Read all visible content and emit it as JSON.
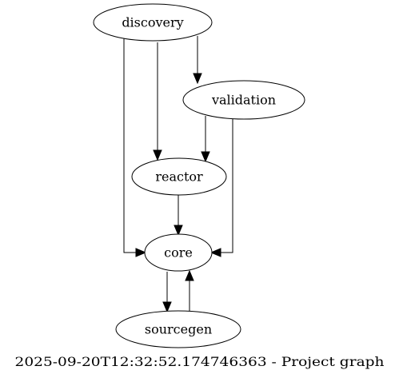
{
  "graph": {
    "caption": "2025-09-20T12:32:52.174746363 - Project graph",
    "nodes": {
      "discovery": "discovery",
      "validation": "validation",
      "reactor": "reactor",
      "core": "core",
      "sourcegen": "sourcegen"
    },
    "edges": [
      {
        "from": "discovery",
        "to": "validation"
      },
      {
        "from": "discovery",
        "to": "reactor"
      },
      {
        "from": "discovery",
        "to": "core"
      },
      {
        "from": "validation",
        "to": "reactor"
      },
      {
        "from": "validation",
        "to": "core"
      },
      {
        "from": "reactor",
        "to": "core"
      },
      {
        "from": "core",
        "to": "sourcegen"
      },
      {
        "from": "sourcegen",
        "to": "core"
      }
    ]
  }
}
